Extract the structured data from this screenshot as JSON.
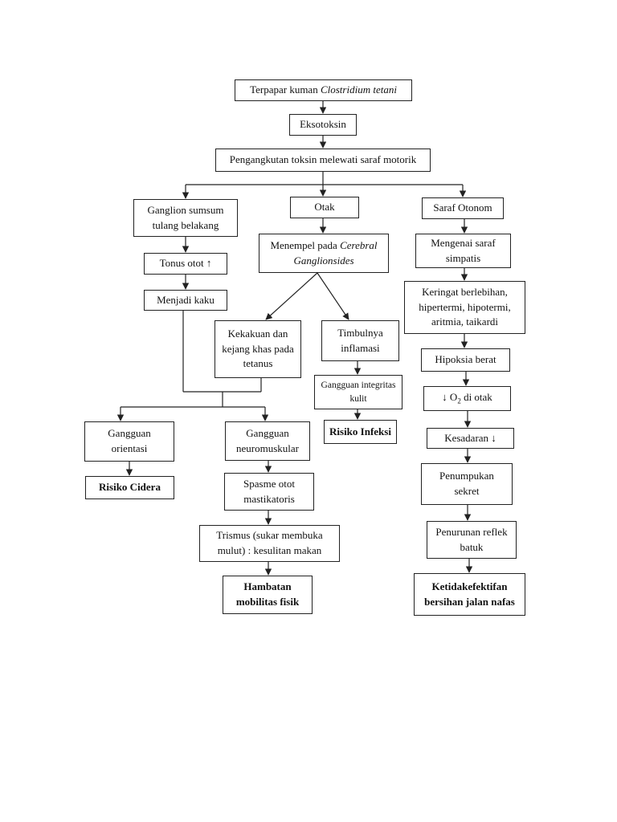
{
  "nodes": {
    "n1": {
      "text": "Terpapar kuman ",
      "italic": "Clostridium tetani"
    },
    "n2": {
      "text": "Eksotoksin"
    },
    "n3": {
      "text": "Pengangkutan toksin melewati saraf motorik"
    },
    "n4": {
      "text": "Ganglion sumsum tulang belakang"
    },
    "n5": {
      "text": "Otak"
    },
    "n6": {
      "text": "Saraf Otonom"
    },
    "n7": {
      "text": "Tonus otot ↑"
    },
    "n8": {
      "text": "Menjadi kaku"
    },
    "n9": {
      "text": "Menempel pada ",
      "italic": "Cerebral Ganglionsides"
    },
    "n10": {
      "text": "Mengenai saraf simpatis"
    },
    "n11": {
      "text": "Keringat berlebihan, hipertermi, hipotermi, aritmia, taikardi"
    },
    "n12": {
      "text": "Kekakuan dan kejang khas pada tetanus"
    },
    "n13": {
      "text": "Timbulnya inflamasi"
    },
    "n14": {
      "text": "Hipoksia berat"
    },
    "n15": {
      "text": "Gangguan integritas kulit"
    },
    "n16": {
      "pre": "↓ O",
      "sub": "2",
      "post": " di otak"
    },
    "n17": {
      "text": "Risiko Infeksi"
    },
    "n18": {
      "text": "Gangguan orientasi"
    },
    "n19": {
      "text": "Gangguan neuromuskular"
    },
    "n20": {
      "text": "Kesadaran ↓"
    },
    "n21": {
      "text": "Risiko Cidera"
    },
    "n22": {
      "text": "Spasme otot mastikatoris"
    },
    "n23": {
      "text": "Penumpukan sekret"
    },
    "n24": {
      "text": "Trismus (sukar membuka mulut) : kesulitan makan"
    },
    "n25": {
      "text": "Penurunan reflek batuk"
    },
    "n26": {
      "text": "Hambatan mobilitas fisik"
    },
    "n27": {
      "text": "Ketidakefektifan bersihan jalan nafas"
    }
  }
}
